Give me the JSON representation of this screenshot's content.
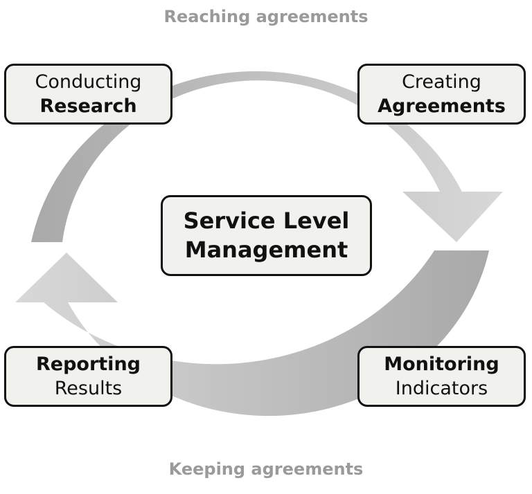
{
  "title": "Service Level Management",
  "title_lines": [
    "Service Level",
    "Management"
  ],
  "phases": {
    "top": "Reaching agreements",
    "bottom": "Keeping agreements"
  },
  "nodes": {
    "conducting_research": {
      "line1": "Conducting",
      "line2": "Research"
    },
    "creating_agreements": {
      "line1": "Creating",
      "line2": "Agreements"
    },
    "monitoring_indicators": {
      "line1": "Monitoring",
      "line2": "Indicators"
    },
    "reporting_results": {
      "line1": "Reporting",
      "line2": "Results"
    }
  },
  "colors": {
    "arrow_light": "#d4d4d4",
    "arrow_dark": "#a6a6a6",
    "box_fill": "#f1f1ee",
    "box_border": "#111111",
    "caption": "#9a9a9a"
  }
}
